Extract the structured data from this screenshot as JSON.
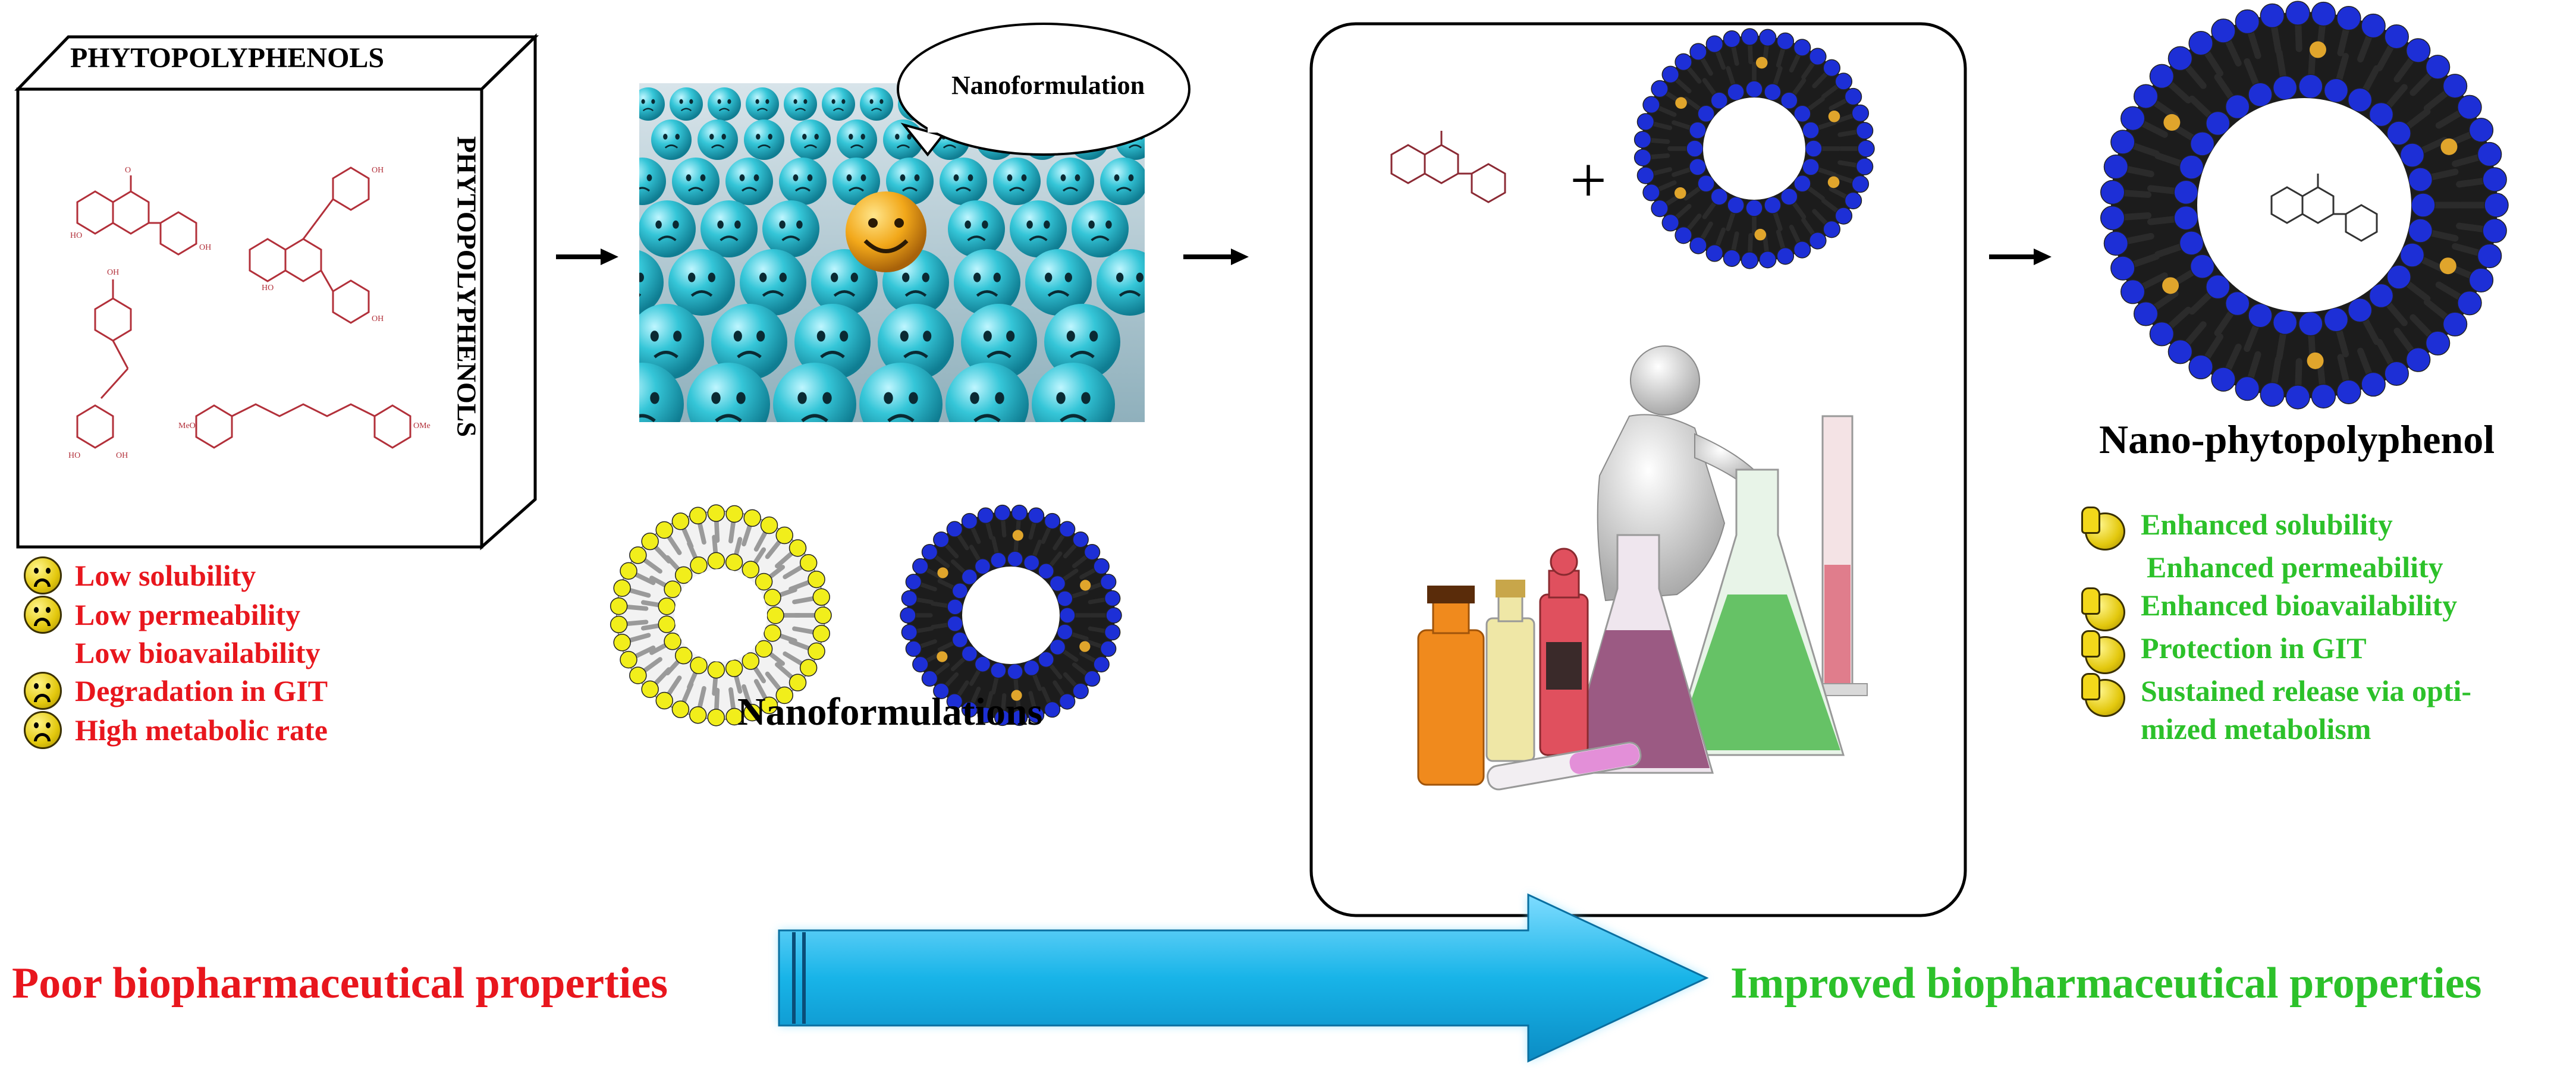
{
  "box": {
    "front_label": "PHYTOPOLYPHENOLS",
    "side_label": "PHYTOPOLYPHENOLS"
  },
  "poor_properties": [
    "Low solubility",
    "Low permeability",
    "Low bioavailability",
    "Degradation in GIT",
    "High metabolic rate"
  ],
  "speech_bubble": "Nanoformulation",
  "nanoformulations_label": "Nanoformulations",
  "plus_sign": "+",
  "product_label": "Nano-phytopolyphenol",
  "improved_properties": [
    "Enhanced solubility",
    "Enhanced permeability",
    "Enhanced bioavailability",
    "Protection in GIT",
    "Sustained release via opti-\nmized metabolism"
  ],
  "bottom": {
    "left": "Poor biopharmaceutical properties",
    "right": "Improved biopharmaceutical properties"
  },
  "colors": {
    "red_text": "#e8161d",
    "green_text": "#2cc12a",
    "cyan_ball": "#35c6d8",
    "lipid_blue": "#1d2fd6",
    "lipid_yellow": "#f1ee1b",
    "arrow_blue": "#18b4e8"
  },
  "icons": {
    "sad": "sad-face-icon",
    "thumb": "thumbs-up-icon"
  }
}
